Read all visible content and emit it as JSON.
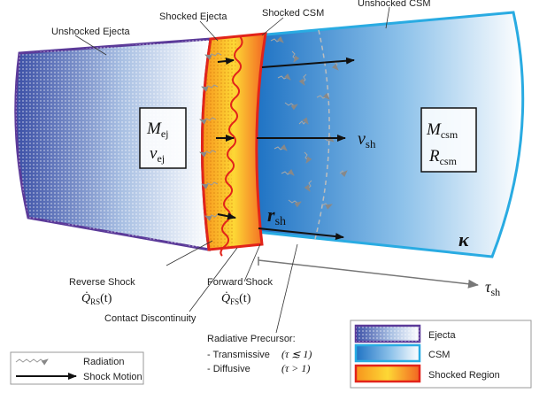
{
  "regions": {
    "unshocked_ejecta": "Unshocked Ejecta",
    "shocked_ejecta": "Shocked Ejecta",
    "shocked_csm": "Shocked CSM",
    "unshocked_csm": "Unshocked CSM"
  },
  "ejecta_box": {
    "mass": "M",
    "mass_sub": "ej",
    "velocity": "v",
    "velocity_sub": "ej"
  },
  "csm_box": {
    "mass": "M",
    "mass_sub": "csm",
    "radius": "R",
    "radius_sub": "csm"
  },
  "shock_velocity": {
    "symbol": "v",
    "sub": "sh"
  },
  "shock_radius": {
    "symbol": "r",
    "sub": "sh"
  },
  "opacity_symbol": "κ",
  "optical_depth": {
    "symbol": "τ",
    "sub": "sh"
  },
  "reverse_shock": {
    "label": "Reverse Shock",
    "symbol": "Q̇",
    "sub": "RS",
    "arg": "(t)"
  },
  "forward_shock": {
    "label": "Forward Shock",
    "symbol": "Q̇",
    "sub": "FS",
    "arg": "(t)"
  },
  "contact_discontinuity": "Contact Discontinuity",
  "precursor": {
    "title": "Radiative Precursor:",
    "line1": "- Transmissive",
    "cond1": "(τ ≲ 1)",
    "line2": "- Diffusive",
    "cond2": "(τ > 1)"
  },
  "legend_left": {
    "radiation": "Radiation",
    "shock_motion": "Shock Motion"
  },
  "legend_right": {
    "ejecta": "Ejecta",
    "csm": "CSM",
    "shocked": "Shocked Region"
  },
  "colors": {
    "ejecta": "#4b3fa0",
    "csm": "#27a9df",
    "shocked_border": "#e2231a",
    "shocked_fill": "#f7b21c",
    "radiation": "#9a9a9a"
  }
}
